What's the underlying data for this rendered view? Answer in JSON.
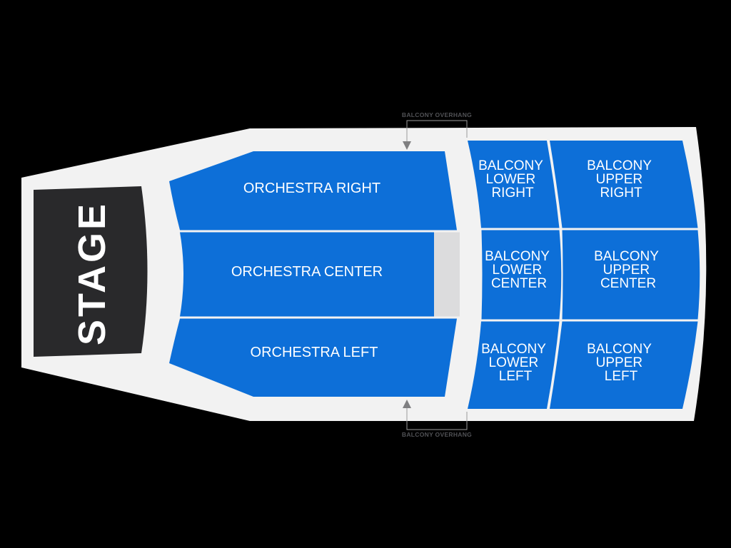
{
  "colors": {
    "background": "#000000",
    "venue": "#f2f2f2",
    "section": "#0d6fd8",
    "stage": "#29292b",
    "booth": "#dcdcdd",
    "label": "#ffffff",
    "annotation_text": "#515256",
    "annotation_line": "#9b9b9b",
    "arrow": "#7f7f81"
  },
  "stage": {
    "label": "STAGE"
  },
  "sections": {
    "orchestra_right": {
      "label": "ORCHESTRA RIGHT"
    },
    "orchestra_center": {
      "label": "ORCHESTRA CENTER"
    },
    "orchestra_left": {
      "label": "ORCHESTRA LEFT"
    },
    "balcony_lower_right": {
      "lines": [
        "BALCONY",
        "LOWER",
        "RIGHT"
      ]
    },
    "balcony_upper_right": {
      "lines": [
        "BALCONY",
        "UPPER",
        "RIGHT"
      ]
    },
    "balcony_lower_center": {
      "lines": [
        "BALCONY",
        "LOWER",
        "CENTER"
      ]
    },
    "balcony_upper_center": {
      "lines": [
        "BALCONY",
        "UPPER",
        "CENTER"
      ]
    },
    "balcony_lower_left": {
      "lines": [
        "BALCONY",
        "LOWER",
        "LEFT"
      ]
    },
    "balcony_upper_left": {
      "lines": [
        "BALCONY",
        "UPPER",
        "LEFT"
      ]
    }
  },
  "annotations": {
    "balcony_overhang_top": "BALCONY OVERHANG",
    "balcony_overhang_bottom": "BALCONY OVERHANG"
  }
}
